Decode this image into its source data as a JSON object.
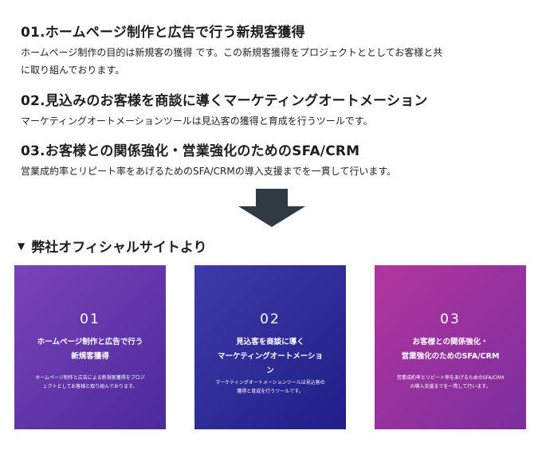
{
  "sections": [
    {
      "title": "01.ホームページ制作と広告で行う新規客獲得",
      "desc_line1": "ホームページ制作の目的は新規客の獲得 です。この新規客獲得をプロジェクトととしてお客様と共",
      "desc_line2": "に取り組んでおります。"
    },
    {
      "title": "02.見込みのお客様を商談に導くマーケティングオートメーション",
      "desc_line1": "マーケティングオートメーションツールは見込客の獲得と育成を行うツールです。"
    },
    {
      "title": "03.お客様との関係強化・営業強化のためのSFA/CRM",
      "desc_line1": "営業成約率とリピート率をあげるためのSFA/CRMの導入支援までを一貫して行います。"
    }
  ],
  "arrow_icon": "down-arrow-icon",
  "caption": {
    "marker": "▼",
    "text": "弊社オフィシャルサイトより"
  },
  "cards": [
    {
      "number": "01",
      "title_line1": "ホームページ制作と広告で行う",
      "title_line2": "新規客獲得",
      "desc_line1": "ホームページ制作と広告による新規客獲得をプロジ",
      "desc_line2": "ェクトとしてお客様と取り組んでおります。",
      "gradient_start": "#7a43b9",
      "gradient_end": "#4b2a9c"
    },
    {
      "number": "02",
      "title_line1": "見込客を商談に導く",
      "title_line2": "マーケティングオートメーショ",
      "title_line3": "ン",
      "desc_line1": "マーケティングオートメーションツールは見込客の",
      "desc_line2": "獲得と育成を行うツールです。",
      "gradient_start": "#3f3aa9",
      "gradient_end": "#1f1f86"
    },
    {
      "number": "03",
      "title_line1": "お客様との関係強化・",
      "title_line2": "営業強化のためのSFA/CRM",
      "desc_line1": "営業成約率とリピート率をあげるためのSFA/CRM",
      "desc_line2": "の導入支援までを一貫して行います。",
      "gradient_start": "#b2359d",
      "gradient_end": "#7b2f9e"
    }
  ]
}
